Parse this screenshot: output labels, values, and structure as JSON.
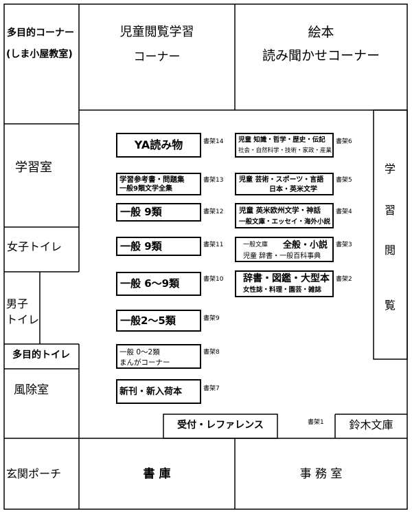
{
  "rooms": {
    "multipurpose_corner_line1": "多目的コーナー",
    "multipurpose_corner_line2": "(しま小屋教室)",
    "children_study_line1": "児童閲覧学習",
    "children_study_line2": "コーナー",
    "picture_books_line1": "絵本",
    "picture_books_line2": "読み聞かせコーナー",
    "study_room": "学習室",
    "womens_toilet": "女子トイレ",
    "mens_toilet_line1": "男子",
    "mens_toilet_line2": "トイレ",
    "multipurpose_toilet": "多目的トイレ",
    "windbreak_room": "風除室",
    "entrance_porch": "玄関ポーチ",
    "stacks": "書 庫",
    "office": "事 務 室",
    "suzuki_library": "鈴木文庫",
    "reading_room_chars": [
      "学",
      "習",
      "閲",
      "覧"
    ],
    "reception": "受付・レファレンス"
  },
  "shelves": {
    "s14": {
      "label": "YA読み物",
      "number": "書架14"
    },
    "s13": {
      "line1": "学習参考書・問題集",
      "line2": "一般9類文学全集",
      "number": "書架13"
    },
    "s12": {
      "label": "一般 9類",
      "number": "書架12"
    },
    "s11": {
      "label": "一般 9類",
      "number": "書架11"
    },
    "s10": {
      "label": "一般 6～9類",
      "number": "書架10"
    },
    "s9": {
      "label": "一般2～5類",
      "number": "書架9"
    },
    "s8": {
      "line1": "一般 0～2類",
      "line2": "まんがコーナー",
      "number": "書架8"
    },
    "s7": {
      "label": "新刊・新入荷本",
      "number": "書架7"
    },
    "s6": {
      "line1": "児童 知識・哲学・歴史・伝記",
      "line2": "社会・自然科学・技術・家政・産業",
      "number": "書架6"
    },
    "s5": {
      "line1": "児童 芸術・スポーツ・言語",
      "line2": "日本・英米文学",
      "number": "書架5"
    },
    "s4": {
      "line1": "児童 英米欧州文学・神話",
      "line2": "一般文庫・エッセイ・海外小説",
      "number": "書架4"
    },
    "s3": {
      "line1a": "一般文庫",
      "line1b": "全般・小説",
      "line2": "児童 辞書・一般百科事典",
      "number": "書架3"
    },
    "s2": {
      "line1": "辞書・図鑑・大型本",
      "line2": "女性誌・料理・園芸・雑誌",
      "number": "書架2"
    },
    "s1": {
      "number": "書架1"
    }
  }
}
